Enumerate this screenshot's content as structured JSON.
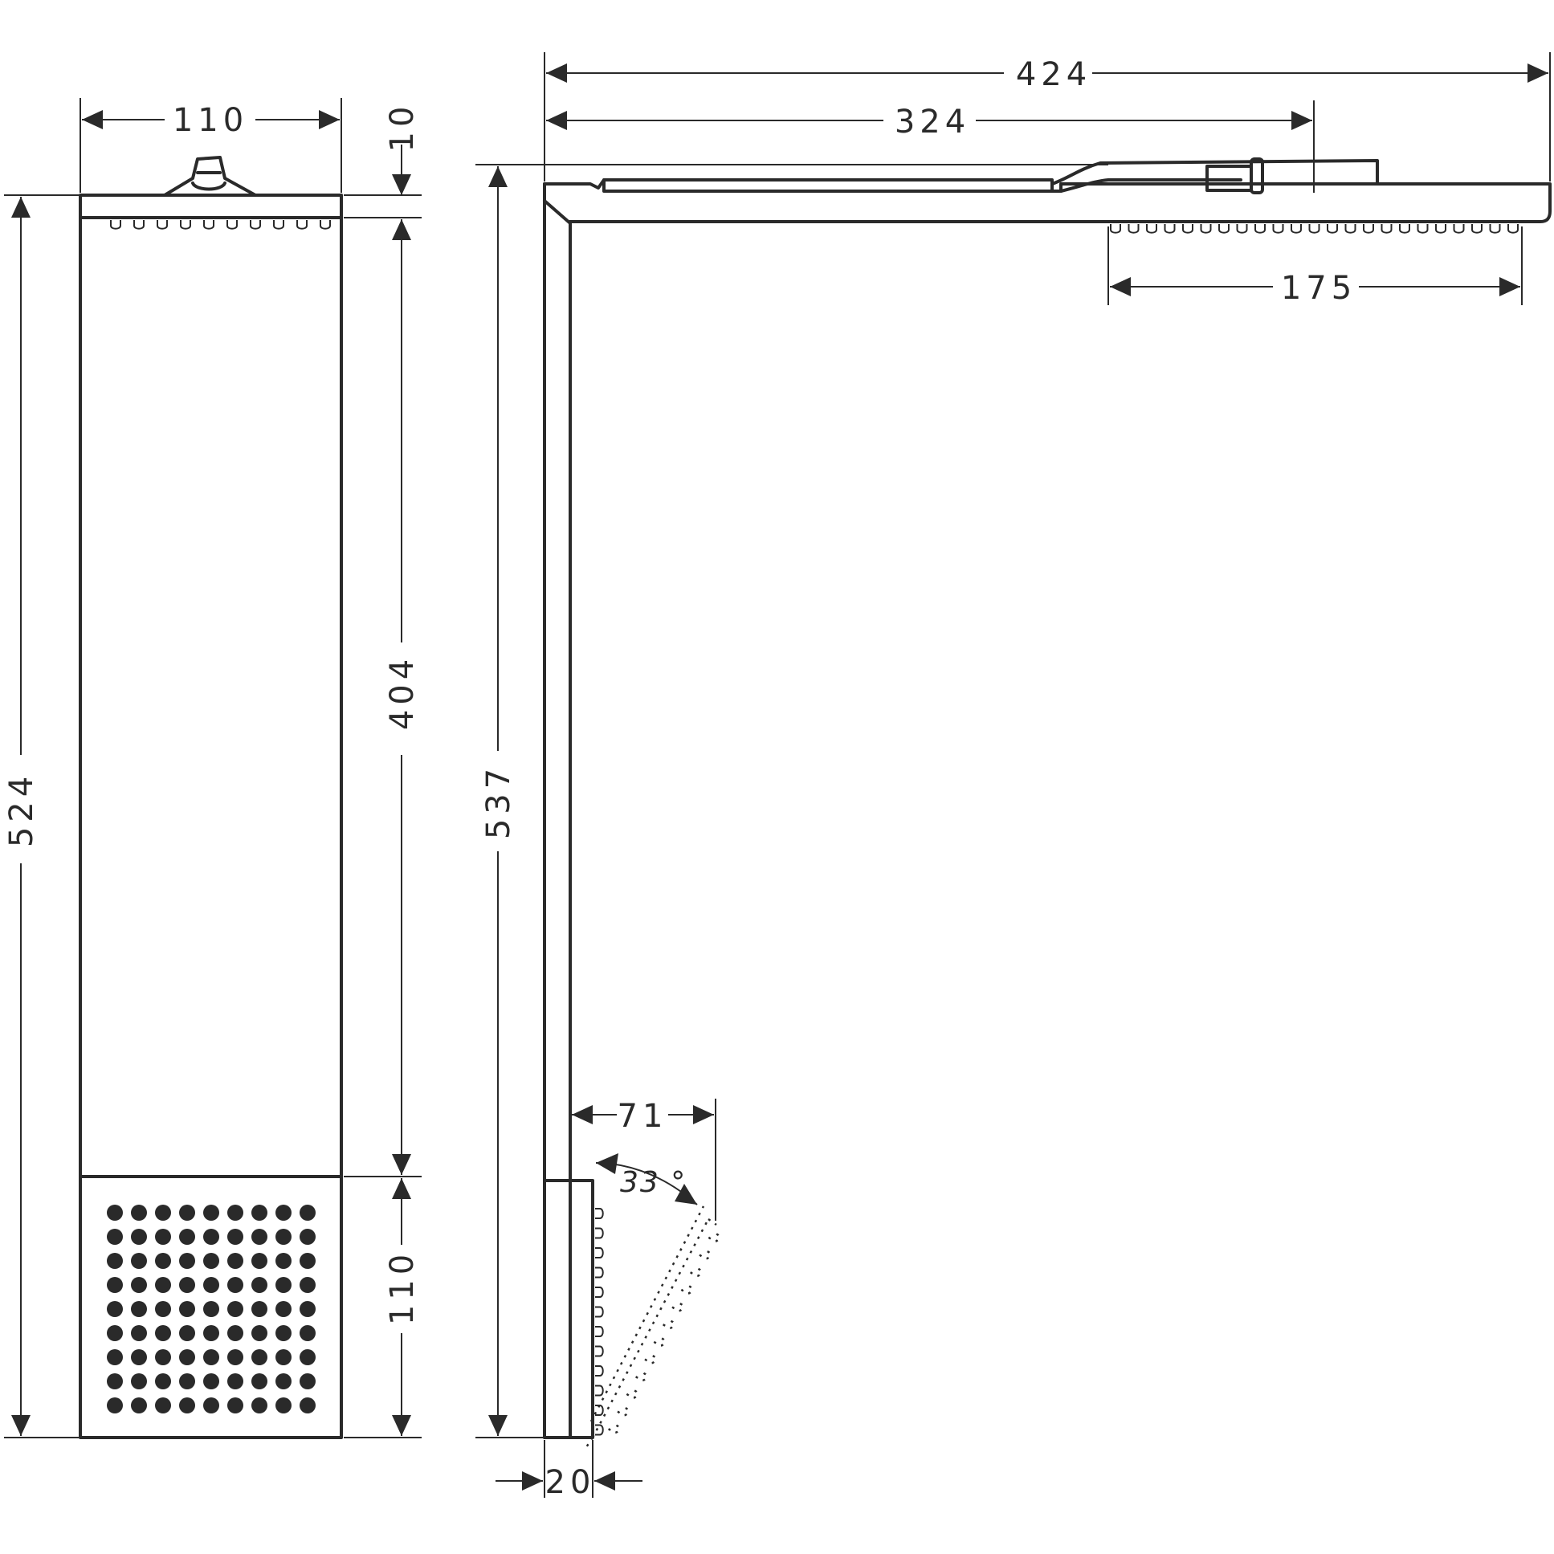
{
  "dimensions": {
    "front_width": "110",
    "front_top_plate": "10",
    "front_total_height": "524",
    "front_column_height": "404",
    "front_handshower_height": "110",
    "side_arm_length": "424",
    "side_arm_to_head": "324",
    "side_head_depth": "175",
    "side_total_height": "537",
    "side_handshower_projection": "71",
    "side_handshower_angle": "33 °",
    "side_column_depth": "20"
  },
  "colors": {
    "line": "#2a2a2a",
    "background": "#ffffff"
  }
}
